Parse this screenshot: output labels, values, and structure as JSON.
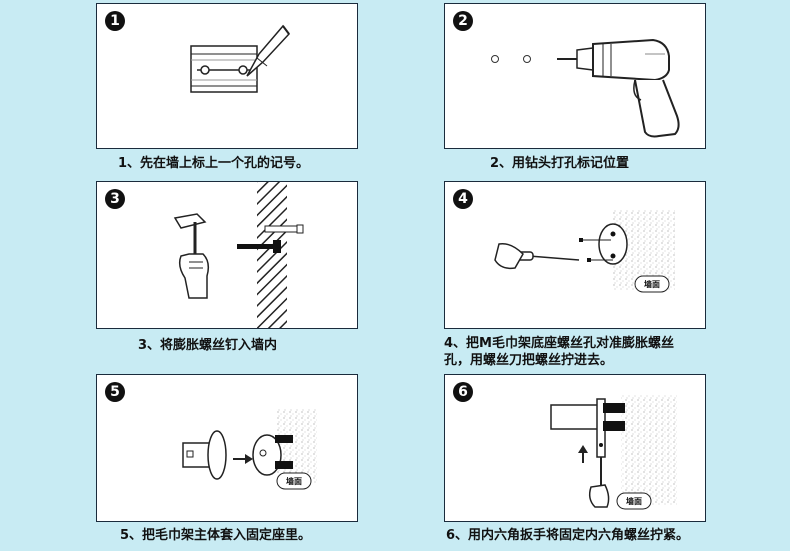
{
  "steps": [
    {
      "number": "1",
      "caption": "1、先在墙上标上一个孔的记号。"
    },
    {
      "number": "2",
      "caption": "2、用钻头打孔标记位置"
    },
    {
      "number": "3",
      "caption": "3、将膨胀螺丝钉入墙内"
    },
    {
      "number": "4",
      "caption_line1": "4、把M毛巾架底座螺丝孔对准膨胀螺丝",
      "caption_line2": "孔，用螺丝刀把螺丝拧进去。"
    },
    {
      "number": "5",
      "caption": "5、把毛巾架主体套入固定座里。"
    },
    {
      "number": "6",
      "caption": "6、用内六角扳手将固定内六角螺丝拧紧。"
    }
  ],
  "wall_label": "墙面",
  "colors": {
    "background": "#c8ebf3",
    "panel_border": "#1a2b3c",
    "ink": "#111111"
  }
}
